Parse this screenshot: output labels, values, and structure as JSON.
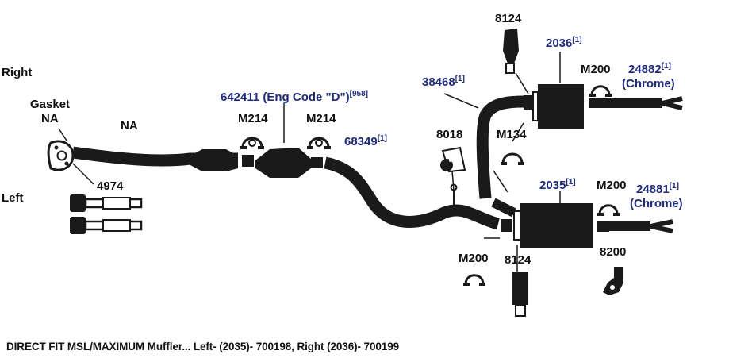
{
  "colors": {
    "part_number": "#1f2a78",
    "text": "#111111",
    "pipe": "#1a1a1a"
  },
  "labels": {
    "right": "Right",
    "left": "Left",
    "gasket_line1": "Gasket",
    "gasket_line2": "NA",
    "pipe_na": "NA",
    "p4974": "4974",
    "m214_a": "M214",
    "m214_b": "M214",
    "p642411": "642411 (Eng Code \"D\")",
    "p642411_ref": "[958]",
    "p68349": "68349",
    "p68349_ref": "[1]",
    "p8018": "8018",
    "p38468": "38468",
    "p38468_ref": "[1]",
    "m134": "M134",
    "p8124_top": "8124",
    "p2036": "2036",
    "p2036_ref": "[1]",
    "m200_top": "M200",
    "p24882": "24882",
    "p24882_ref": "[1]",
    "chrome_top": "(Chrome)",
    "p2035": "2035",
    "p2035_ref": "[1]",
    "m200_mid": "M200",
    "p24881": "24881",
    "p24881_ref": "[1]",
    "chrome_bottom": "(Chrome)",
    "m200_bottom": "M200",
    "p8124_bottom": "8124",
    "p8200": "8200"
  },
  "caption": "DIRECT FIT MSL/MAXIMUM Muffler... Left- (2035)- 700198, Right (2036)- 700199"
}
